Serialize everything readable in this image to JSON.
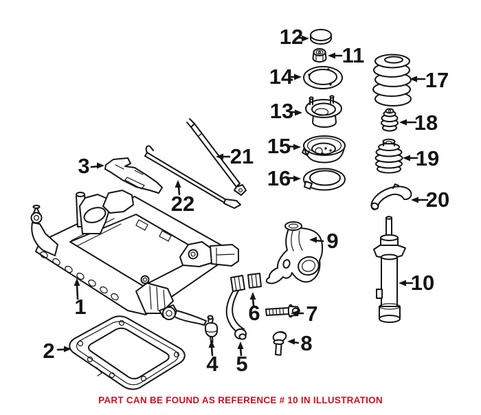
{
  "note": {
    "text": "PART CAN BE FOUND AS REFERENCE # 10 IN ILLUSTRATION"
  },
  "colors": {
    "note": "#c41325",
    "line": "#141414",
    "background": "#ffffff"
  },
  "callouts": [
    "1",
    "2",
    "3",
    "4",
    "5",
    "6",
    "7",
    "8",
    "9",
    "10",
    "11",
    "12",
    "13",
    "14",
    "15",
    "16",
    "17",
    "18",
    "19",
    "20",
    "21",
    "22"
  ]
}
